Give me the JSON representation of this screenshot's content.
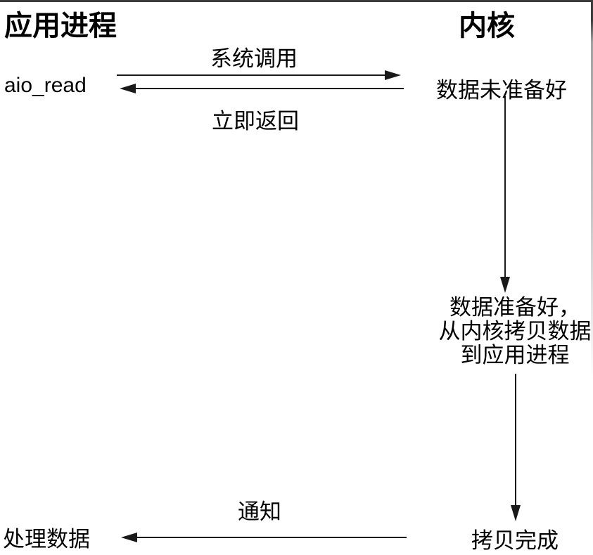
{
  "diagram": {
    "columns": {
      "left_title": "应用进程",
      "right_title": "内核"
    },
    "nodes": {
      "aio_read": "aio_read",
      "data_not_ready": "数据未准备好",
      "data_ready_line1": "数据准备好，",
      "data_ready_line2": "从内核拷贝数据",
      "data_ready_line3": "到应用进程",
      "copy_complete": "拷贝完成",
      "process_data": "处理数据"
    },
    "edges": {
      "syscall_label": "系统调用",
      "immediate_return_label": "立即返回",
      "notify_label": "通知"
    },
    "colors": {
      "line": "#1a1a1a",
      "text": "#000000",
      "top_border": "#3b3b3b",
      "background": "#ffffff"
    }
  }
}
